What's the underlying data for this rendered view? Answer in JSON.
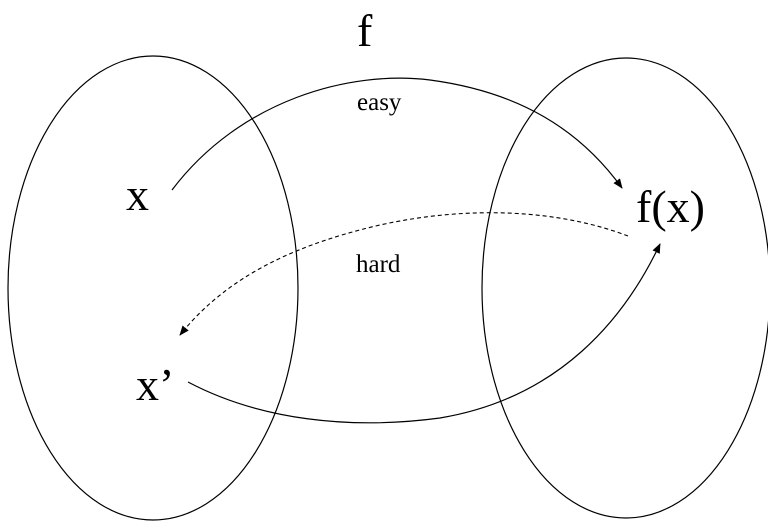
{
  "labels": {
    "function_name": "f",
    "easy": "easy",
    "hard": "hard",
    "x": "x",
    "x_prime": "x’",
    "fx": "f(x)"
  },
  "colors": {
    "stroke": "#000000",
    "background": "#ffffff"
  }
}
